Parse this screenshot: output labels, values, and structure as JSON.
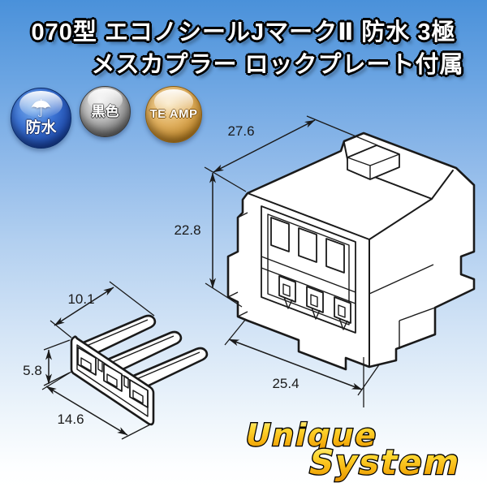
{
  "title": {
    "line1": "070型 エコノシールJマークⅡ 防水 3極",
    "line2": "メスカプラー ロックプレート付属"
  },
  "badges": [
    {
      "id": "waterproof",
      "label": "防水",
      "icon_glyph": "☂",
      "color": "#1c47a6"
    },
    {
      "id": "body-color",
      "label": "黒色",
      "color": "#6d6d6d"
    },
    {
      "id": "maker",
      "label": "TE AMP",
      "color": "#bc8326"
    }
  ],
  "drawing": {
    "connector": {
      "name": "female-coupler-isometric-view",
      "dims": {
        "depth": "27.6",
        "height": "22.8",
        "width": "25.4"
      }
    },
    "lock_plate": {
      "name": "lock-plate-isometric-view",
      "dims": {
        "length": "10.1",
        "height": "5.8",
        "width": "14.6"
      }
    }
  },
  "logo": {
    "line1": "Unique",
    "line2": "System"
  },
  "colors": {
    "background_top": "#4a91da",
    "background_bottom": "#ffffff",
    "line_art": "#1a1a1a",
    "logo_gold": "#f7b512",
    "title_fill": "#ffffff",
    "title_outline": "#000000"
  }
}
